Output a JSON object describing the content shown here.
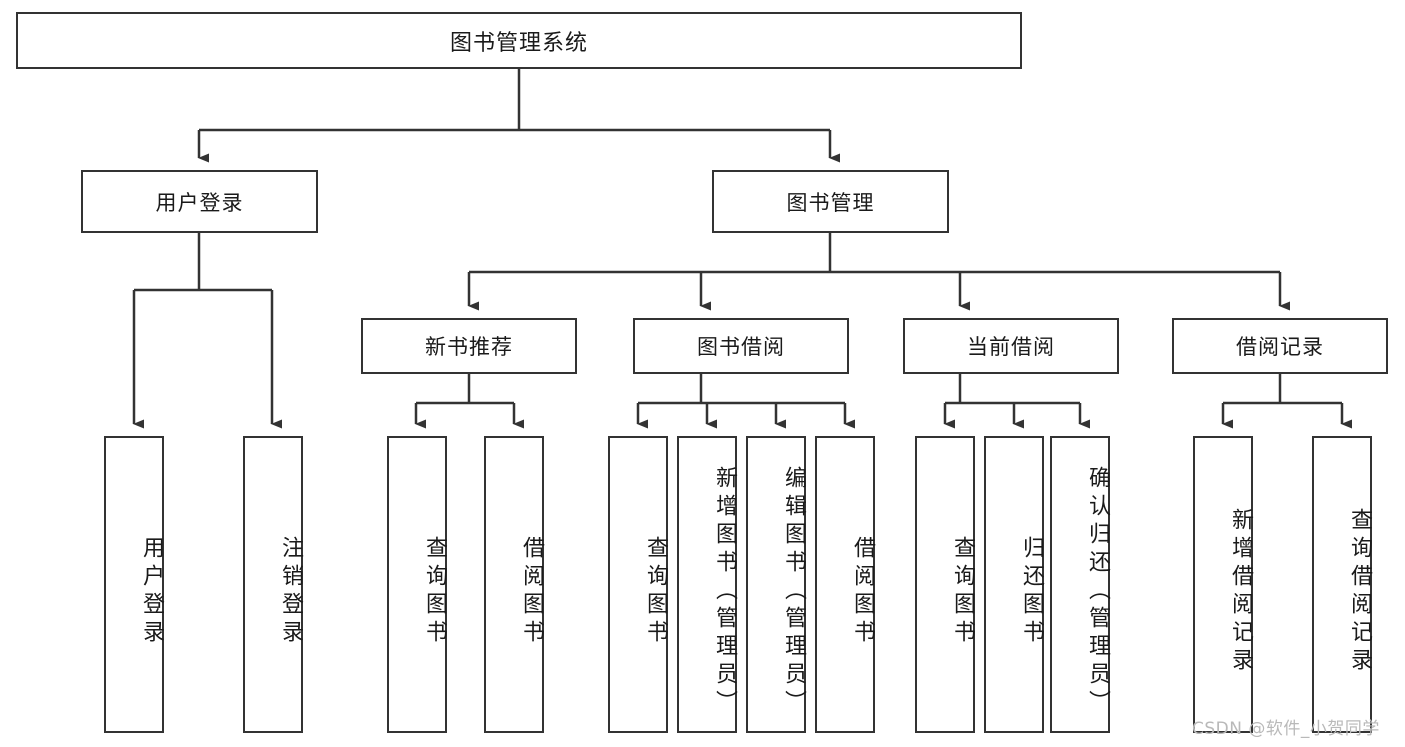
{
  "title": "图书管理系统",
  "watermark": "CSDN @软件_小贺同学",
  "colors": {
    "box_border": "#333333",
    "box_fill": "#ffffff",
    "edge": "#333333",
    "text": "#1a1a1a",
    "watermark": "#b9b9b9"
  },
  "tree": {
    "root": {
      "label": "图书管理系统"
    },
    "level2": [
      {
        "label": "用户登录"
      },
      {
        "label": "图书管理"
      }
    ],
    "level3": [
      {
        "label": "新书推荐"
      },
      {
        "label": "图书借阅"
      },
      {
        "label": "当前借阅"
      },
      {
        "label": "借阅记录"
      }
    ],
    "leaves": {
      "user_login": [
        {
          "label": "用户登录"
        },
        {
          "label": "注销登录"
        }
      ],
      "new_book_recommend": [
        {
          "label": "查询图书"
        },
        {
          "label": "借阅图书"
        }
      ],
      "book_borrow": [
        {
          "label": "查询图书"
        },
        {
          "label": "新增图书（管理员）"
        },
        {
          "label": "编辑图书（管理员）"
        },
        {
          "label": "借阅图书"
        }
      ],
      "current_borrow": [
        {
          "label": "查询图书"
        },
        {
          "label": "归还图书"
        },
        {
          "label": "确认归还（管理员）"
        }
      ],
      "borrow_record": [
        {
          "label": "新增借阅记录"
        },
        {
          "label": "查询借阅记录"
        }
      ]
    }
  }
}
